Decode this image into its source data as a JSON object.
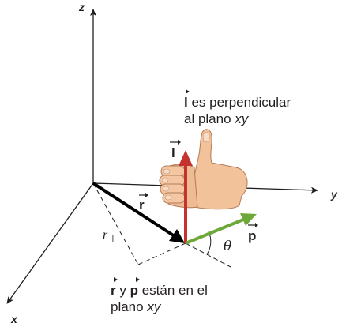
{
  "axes": {
    "x": "x",
    "y": "y",
    "z": "z"
  },
  "vectors": {
    "r": "r",
    "p": "p",
    "l": "l"
  },
  "angle_label": "θ",
  "r_perp": {
    "r": "r",
    "sub": "⊥"
  },
  "caption_top": {
    "vec": "l",
    "line1_rest": "es perpendicular",
    "line2_prefix": "al plano",
    "line2_italic": "xy"
  },
  "caption_bottom": {
    "vec1": "r",
    "conj": "y",
    "vec2": "p",
    "line1_rest": "están en el",
    "line2_prefix": "plano",
    "line2_italic": "xy"
  },
  "colors": {
    "axis": "#231f20",
    "r_vector": "#000000",
    "l_vector": "#c4332f",
    "p_vector": "#6ea838",
    "dashed": "#231f20",
    "hand_skin": "#f2c29b",
    "hand_outline": "#b27b56"
  },
  "icons": {
    "hand": "thumbs-up-hand-icon"
  }
}
